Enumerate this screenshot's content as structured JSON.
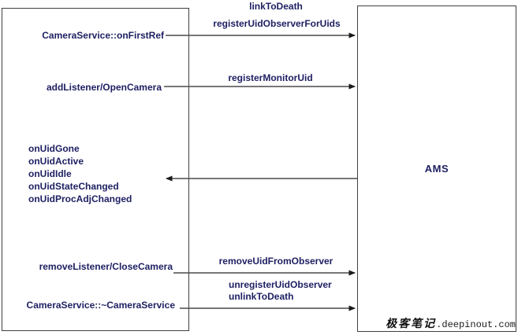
{
  "left_box": {
    "on_first_ref": "CameraService::onFirstRef",
    "add_listener": "addListener/OpenCamera",
    "callbacks": [
      "onUidGone",
      "onUidActive",
      "onUidIdle",
      "onUidStateChanged",
      "onUidProcAdjChanged"
    ],
    "remove_listener": "removeListener/CloseCamera",
    "destructor": "CameraService::~CameraService"
  },
  "right_box": {
    "label": "AMS"
  },
  "arrows": {
    "link_to_death": "linkToDeath",
    "register_uid_observer_for_uids": "registerUidObserverForUids",
    "register_monitor_uid": "registerMonitorUid",
    "remove_uid_from_observer": "removeUidFromObserver",
    "unregister_uid_observer": "unregisterUidObserver",
    "unlink_to_death": "unlinkToDeath"
  },
  "watermark": {
    "brand_cn": "极客笔记",
    "domain": ".deepinout.com"
  },
  "colors": {
    "text": "#1f2163",
    "box_border": "#3f3f3f",
    "arrow_line": "#4a4a4a",
    "arrowhead": "#1a1a1a",
    "background": "#ffffff"
  }
}
